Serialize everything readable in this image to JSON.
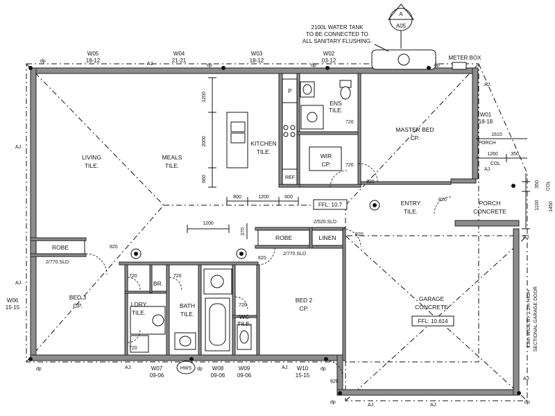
{
  "notes": {
    "tank_line1": "2100L WATER TANK",
    "tank_line2": "TO BE CONNECTED TO",
    "tank_line3": "ALL SANITARY FLUSHING.",
    "section_letter": "A",
    "section_sheet": "A05",
    "meter_box": "METER BOX",
    "garage_door_line1": "4.8m WIDE BY 2.2m HIGH",
    "garage_door_line2": "SECTIONAL GARAGE DOOR"
  },
  "rooms": {
    "living": [
      "LIVING",
      "TILE."
    ],
    "meals": [
      "MEALS",
      "TILE."
    ],
    "kitchen": [
      "KITCHEN",
      "TILE."
    ],
    "pantry": "P",
    "ensuite": [
      "ENS",
      "TILE."
    ],
    "master": [
      "MASTER BED",
      "CP."
    ],
    "wir": [
      "WIR",
      "CP."
    ],
    "entry": [
      "ENTRY",
      "TILE."
    ],
    "porch": [
      "PORCH",
      "CONCRETE"
    ],
    "bed3": [
      "BED 3",
      "CP."
    ],
    "bed2": [
      "BED 2",
      "CP."
    ],
    "ldry": [
      "LDRY",
      "TILE."
    ],
    "bath": [
      "BATH",
      "TILE."
    ],
    "wc": [
      "WC",
      "TILE."
    ],
    "br": "BR.",
    "garage": [
      "GARAGE",
      "CONCRETE"
    ],
    "robe1": "ROBE",
    "robe2": "ROBE",
    "linen": "LINEN",
    "ref": "REF",
    "hws": "HWS"
  },
  "levels": {
    "ffl_house": "FFL: 10.7",
    "ffl_garage": "FFL: 10.614"
  },
  "windows": {
    "w05": [
      "W05",
      "18-12"
    ],
    "w04": [
      "W04",
      "21-21"
    ],
    "w03": [
      "W03",
      "18-12"
    ],
    "w02": [
      "W02",
      "03-12"
    ],
    "w01": [
      "W01",
      "18-18"
    ],
    "w06": [
      "W06",
      "15-15"
    ],
    "w07": [
      "W07",
      "09-06"
    ],
    "w08": [
      "W08",
      "09-06"
    ],
    "w09": [
      "W09",
      "09-06"
    ],
    "w10": [
      "W10",
      "15-15"
    ]
  },
  "doors": {
    "d_ens": "720",
    "d_wir": "720",
    "d_master": "820",
    "d_porch": "820",
    "d_bed3": "820",
    "d_ldry_a": "720",
    "d_ldry_b": "720",
    "d_bath": "720",
    "d_wc": "720",
    "d_bed2": "820",
    "d_garage": "820",
    "d_ext": "820",
    "sld_1": "2/770.SLD",
    "sld_2": "2/770.SLD",
    "sld_3": "2/520.SLD"
  },
  "dimensions": {
    "k1200": "1200",
    "k2000": "2000",
    "k660": "660",
    "k800": "800",
    "k1200b": "1200",
    "k600": "600",
    "h1200": "1200",
    "h370": "370",
    "p1610": "1610",
    "p1260": "1260",
    "p350": "350",
    "p1100": "1100",
    "p350b": "350",
    "p1450": "1450"
  },
  "markers": {
    "dp": "dp",
    "aj": "AJ.",
    "porch_tag": "PORCH",
    "col": "COL"
  }
}
